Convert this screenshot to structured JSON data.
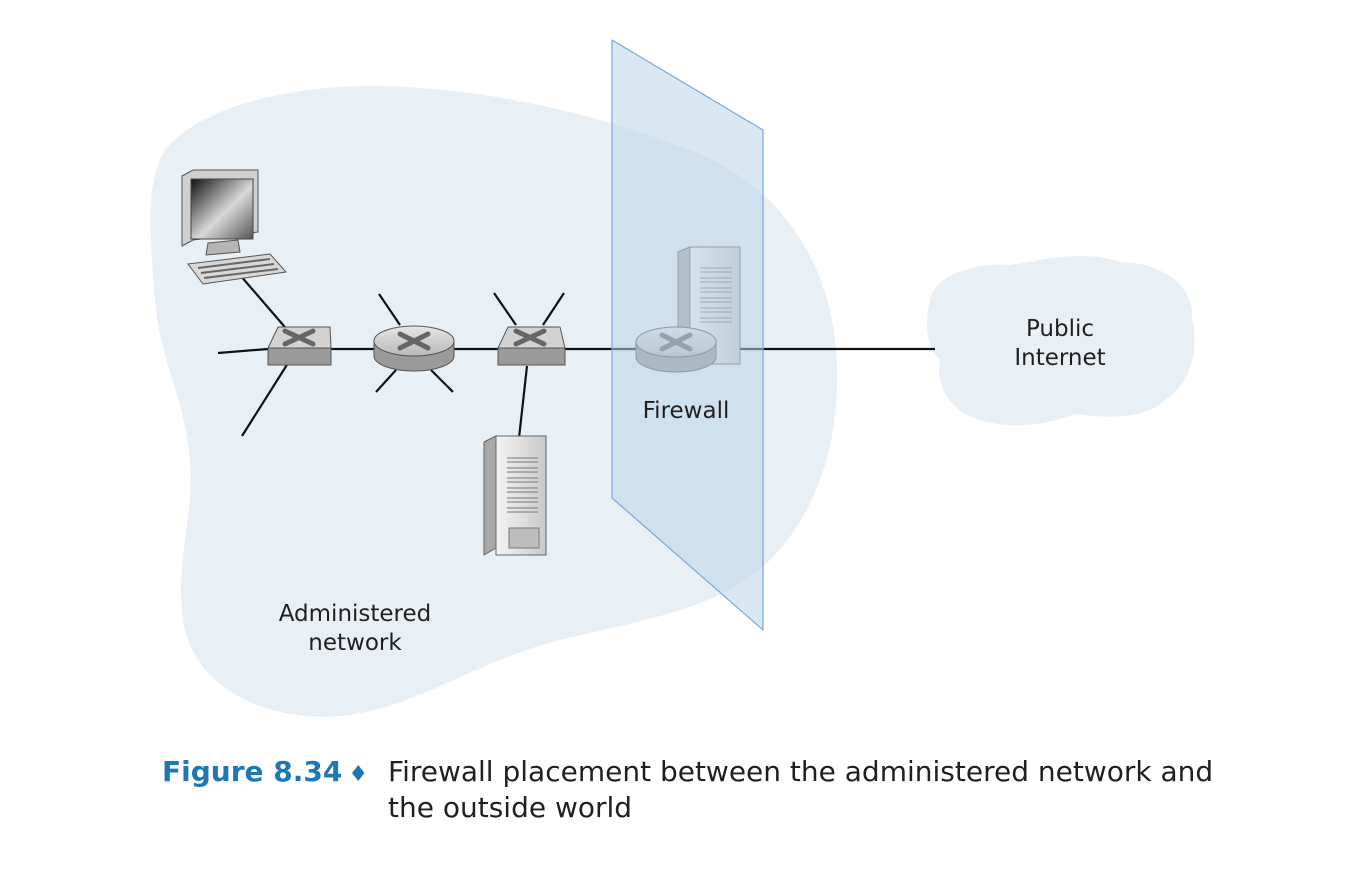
{
  "labels": {
    "administered_network": [
      "Administered",
      "network"
    ],
    "firewall": "Firewall",
    "public_internet": [
      "Public",
      "Internet"
    ]
  },
  "caption": {
    "figure_number": "Figure 8.34",
    "bullet": "♦",
    "text": "Firewall placement between the administered network and the outside world"
  },
  "colors": {
    "network_cloud": "#e8f0f6",
    "internet_cloud": "#e8f0f6",
    "firewall_plane": "#b9d3ea",
    "caption_accent": "#1f78b4"
  },
  "icons": [
    "desktop-computer-icon",
    "switch-icon",
    "router-icon",
    "server-icon",
    "firewall-router-icon"
  ]
}
